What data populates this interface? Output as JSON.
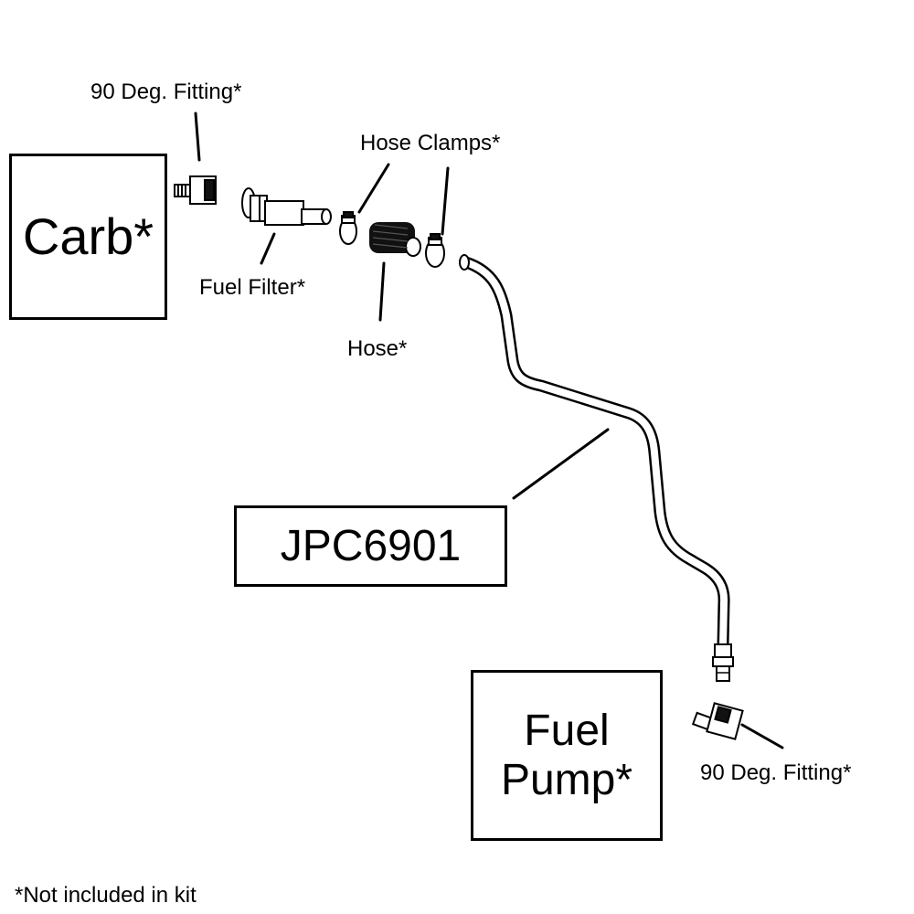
{
  "boxes": {
    "carb": "Carb*",
    "fuel_pump_line1": "Fuel",
    "fuel_pump_line2": "Pump*",
    "part_number": "JPC6901"
  },
  "labels": {
    "fitting_top": "90 Deg. Fitting*",
    "hose_clamps": "Hose Clamps*",
    "fuel_filter": "Fuel Filter*",
    "hose": "Hose*",
    "fitting_bottom": "90 Deg. Fitting*"
  },
  "footnote": "*Not included in kit"
}
